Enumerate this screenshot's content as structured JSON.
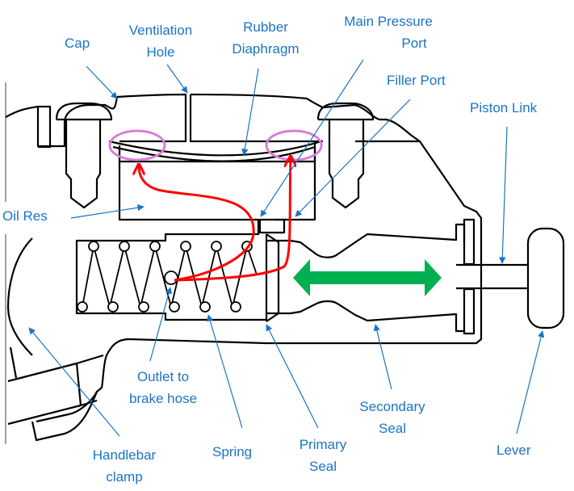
{
  "title": "Hydraulic brake master cylinder cross-section",
  "colors": {
    "label": "#1a74c4",
    "outline": "#000000",
    "flow_arrow": "#ff0000",
    "highlight_ring": "#d77fd6",
    "motion_arrow": "#00b050",
    "edge_bar": "#a0a0a0"
  },
  "labels": {
    "cap": [
      "Cap"
    ],
    "ventilation_hole": [
      "Ventilation",
      "Hole"
    ],
    "rubber_diaphragm": [
      "Rubber",
      "Diaphragm"
    ],
    "main_pressure_port": [
      "Main Pressure",
      "Port"
    ],
    "filler_port": [
      "Filler Port"
    ],
    "piston_link": [
      "Piston Link"
    ],
    "oil_res": [
      "Oil Res"
    ],
    "outlet": [
      "Outlet to",
      "brake hose"
    ],
    "handlebar_clamp": [
      "Handlebar",
      "clamp"
    ],
    "spring": [
      "Spring"
    ],
    "primary_seal": [
      "Primary",
      "Seal"
    ],
    "secondary_seal": [
      "Secondary",
      "Seal"
    ],
    "lever": [
      "Lever"
    ]
  },
  "annotations": {
    "flow_arrows": "Fluid flow from outlet back to reservoir via both ports",
    "motion_arrow": "Piston reciprocating motion (bidirectional)",
    "highlight_rings": 2
  }
}
